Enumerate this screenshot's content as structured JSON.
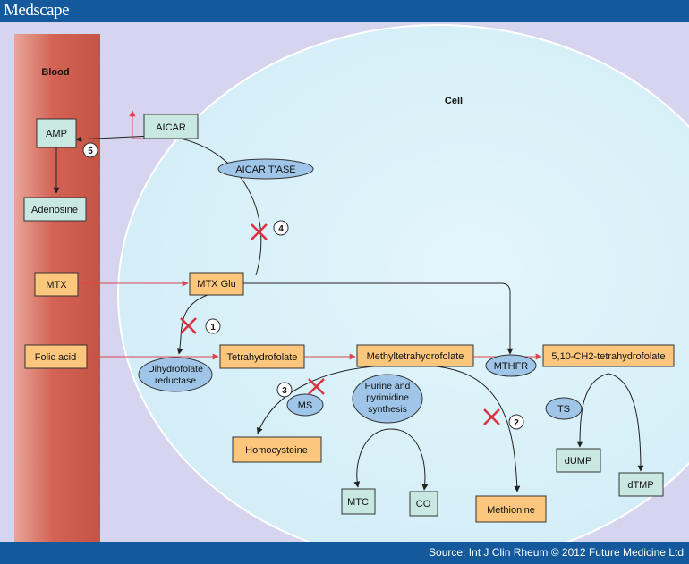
{
  "header": {
    "brand": "Medscape"
  },
  "footer": {
    "source": "Source: Int J Clin Rheum © 2012 Future Medicine Ltd"
  },
  "regions": {
    "blood": "Blood",
    "cell": "Cell"
  },
  "nodes": {
    "amp": "AMP",
    "aicar": "AICAR",
    "adenosine": "Adenosine",
    "mtx": "MTX",
    "mtx_glu": "MTX Glu",
    "folic_acid": "Folic acid",
    "tetrahydrofolate": "Tetrahydrofolate",
    "methyltetrahydrofolate": "Methyltetrahydrofolate",
    "ch2_tetrahydrofolate": "5,10-CH2-tetrahydrofolate",
    "homocysteine": "Homocysteine",
    "methionine": "Methionine",
    "mtc": "MTC",
    "co": "CO",
    "dump": "dUMP",
    "dtmp": "dTMP"
  },
  "enzymes": {
    "aicar_tase": "AICAR T'ASE",
    "dhfr_line1": "Dihydrofolate",
    "dhfr_line2": "reductase",
    "mthfr": "MTHFR",
    "ms": "MS",
    "purine_line1": "Purine and",
    "purine_line2": "pyrimidine",
    "purine_line3": "synthesis",
    "ts": "TS"
  },
  "markers": {
    "m1": "1",
    "m2": "2",
    "m3": "3",
    "m4": "4",
    "m5": "5"
  },
  "colors": {
    "header": "#13599b",
    "panel": "#d6d4ee",
    "cell_fill": "#daf2f9",
    "blood": "#d36354",
    "orange_box": "#fcc77c",
    "teal_box": "#c9e8e1",
    "enzyme": "#9fc6e8",
    "red_arrow": "#d9464f",
    "cross": "#d8323f"
  }
}
